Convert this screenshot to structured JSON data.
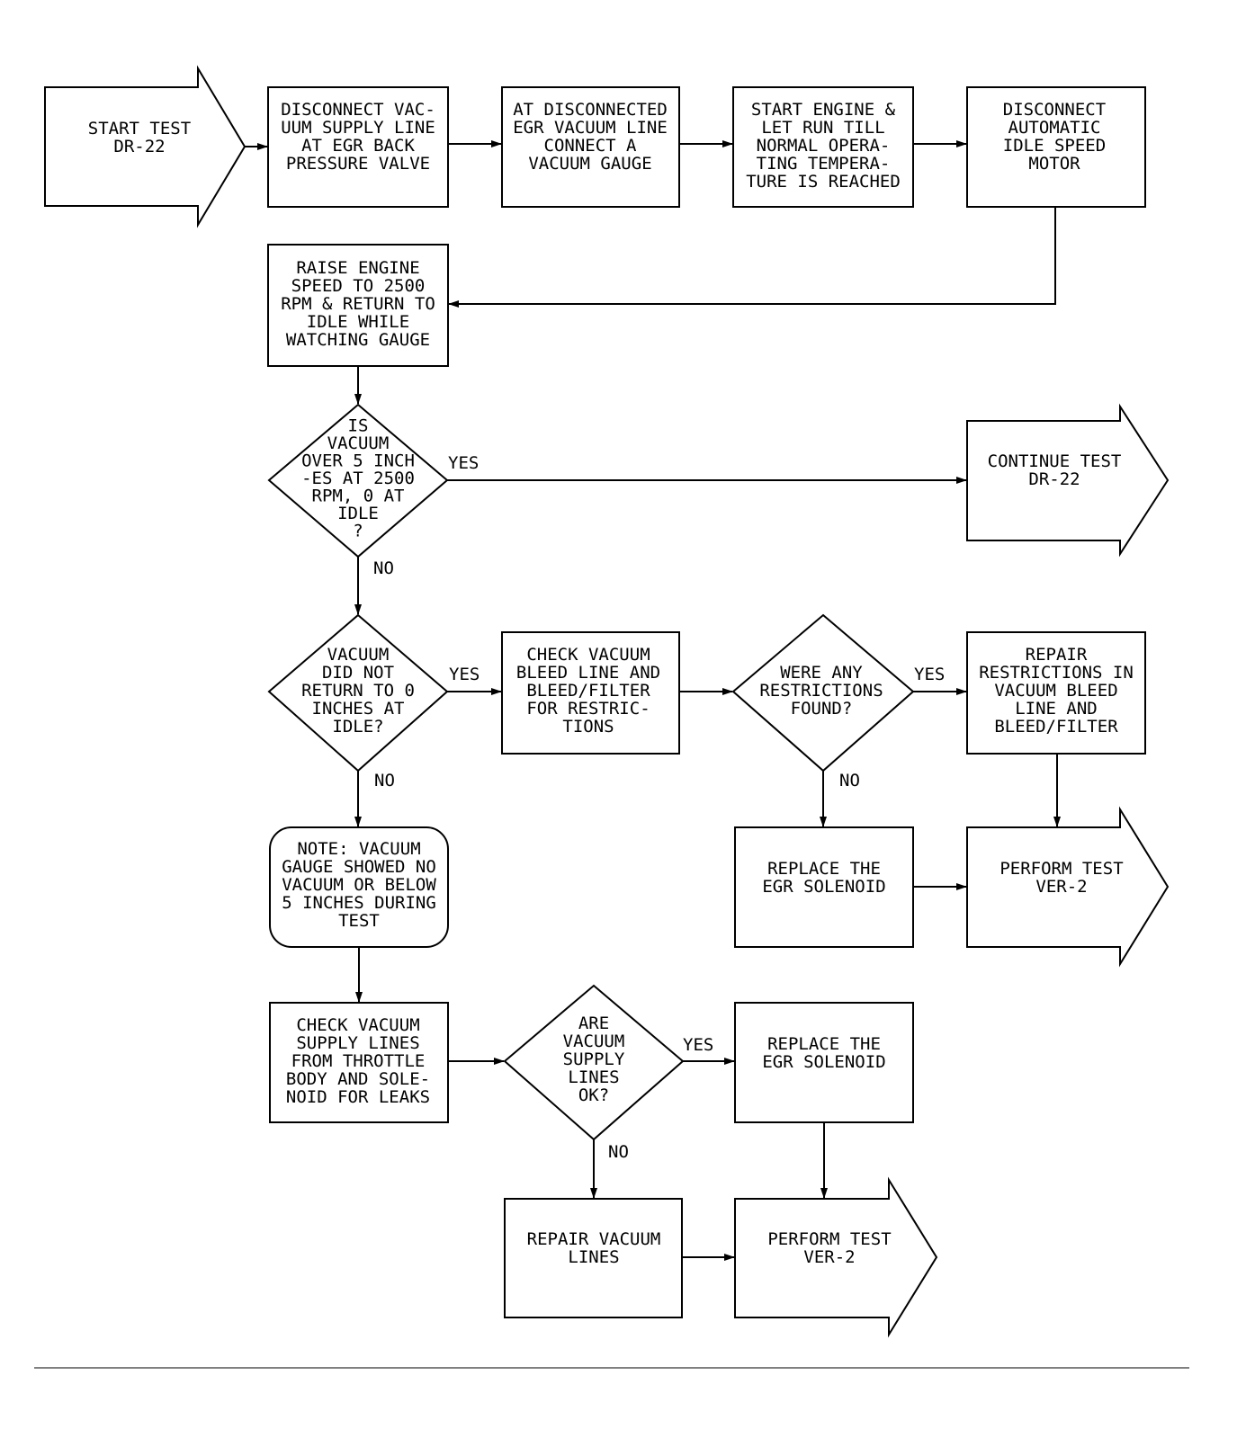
{
  "nodes": {
    "start": {
      "lines": [
        "START TEST",
        "DR-22"
      ]
    },
    "disconnect_supply": {
      "lines": [
        "DISCONNECT VAC-",
        "UUM SUPPLY LINE",
        "AT EGR BACK",
        "PRESSURE VALVE"
      ]
    },
    "connect_gauge": {
      "lines": [
        "AT DISCONNECTED",
        "EGR VACUUM LINE",
        "CONNECT A",
        "VACUUM GAUGE"
      ]
    },
    "start_engine": {
      "lines": [
        "START ENGINE &",
        "LET RUN TILL",
        "NORMAL OPERA-",
        "TING TEMPERA-",
        "TURE IS REACHED"
      ]
    },
    "disconnect_ais": {
      "lines": [
        "DISCONNECT",
        "AUTOMATIC",
        "IDLE SPEED",
        "MOTOR"
      ]
    },
    "raise_engine": {
      "lines": [
        "RAISE ENGINE",
        "SPEED TO 2500",
        "RPM & RETURN TO",
        "IDLE WHILE",
        "WATCHING GAUGE"
      ]
    },
    "decision_vacuum": {
      "lines": [
        "IS",
        "VACUUM",
        "OVER 5 INCH",
        "-ES AT 2500",
        "RPM, 0 AT",
        "IDLE",
        "?"
      ]
    },
    "continue_test": {
      "lines": [
        "CONTINUE TEST",
        "DR-22"
      ]
    },
    "decision_return": {
      "lines": [
        "VACUUM",
        "DID NOT",
        "RETURN TO 0",
        "INCHES AT",
        "IDLE?"
      ]
    },
    "check_bleed": {
      "lines": [
        "CHECK VACUUM",
        "BLEED LINE AND",
        "BLEED/FILTER",
        "FOR RESTRIC-",
        "TIONS"
      ]
    },
    "decision_restrictions": {
      "lines": [
        "WERE ANY",
        "RESTRICTIONS",
        "FOUND?"
      ]
    },
    "repair_restrictions": {
      "lines": [
        "REPAIR",
        "RESTRICTIONS IN",
        "VACUUM BLEED",
        "LINE AND",
        "BLEED/FILTER"
      ]
    },
    "replace_solenoid_1": {
      "lines": [
        "REPLACE THE",
        "EGR SOLENOID"
      ]
    },
    "perform_test_1": {
      "lines": [
        "PERFORM TEST",
        "VER-2"
      ]
    },
    "note": {
      "lines": [
        "NOTE: VACUUM",
        "GAUGE SHOWED NO",
        "VACUUM OR BELOW",
        "5 INCHES DURING",
        "TEST"
      ]
    },
    "check_supply": {
      "lines": [
        "CHECK VACUUM",
        "SUPPLY LINES",
        "FROM THROTTLE",
        "BODY AND SOLE-",
        "NOID FOR LEAKS"
      ]
    },
    "decision_supply": {
      "lines": [
        "ARE",
        "VACUUM",
        "SUPPLY",
        "LINES",
        "OK?"
      ]
    },
    "replace_solenoid_2": {
      "lines": [
        "REPLACE THE",
        "EGR SOLENOID"
      ]
    },
    "repair_lines": {
      "lines": [
        "REPAIR VACUUM",
        "LINES"
      ]
    },
    "perform_test_2": {
      "lines": [
        "PERFORM TEST",
        "VER-2"
      ]
    }
  },
  "edge_labels": {
    "vacuum_yes": "YES",
    "vacuum_no": "NO",
    "return_yes": "YES",
    "return_no": "NO",
    "restrictions_yes": "YES",
    "restrictions_no": "NO",
    "supply_yes": "YES",
    "supply_no": "NO"
  }
}
